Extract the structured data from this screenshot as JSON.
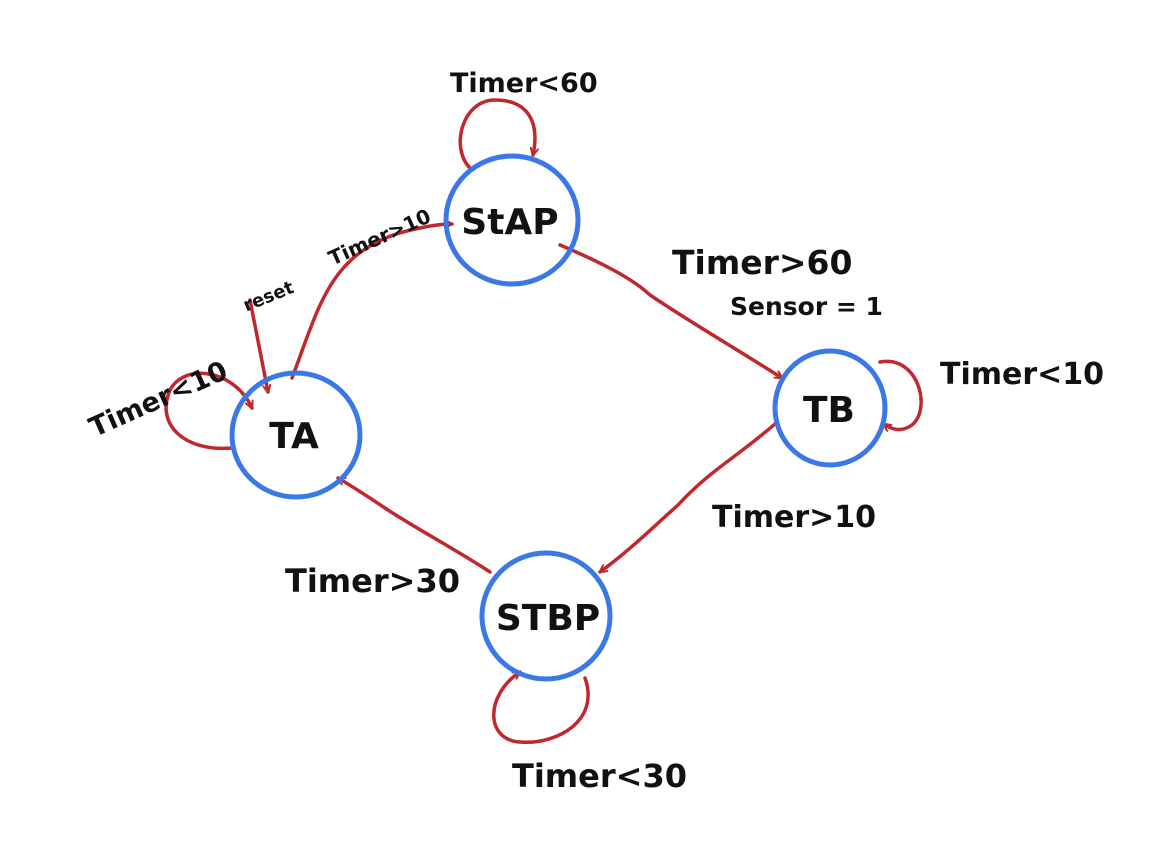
{
  "colors": {
    "state_outline": "#3b78e7",
    "edge": "#c0282a",
    "text": "#111111",
    "background": "#ffffff"
  },
  "states": {
    "ta": "TA",
    "stap": "StAP",
    "tb": "TB",
    "stbp": "STBP"
  },
  "transitions": {
    "reset": "reset",
    "ta_self": "Timer<10",
    "ta_to_stap": "Timer>10",
    "stap_self": "Timer<60",
    "stap_to_tb_line1": "Timer>60",
    "stap_to_tb_line2": "Sensor = 1",
    "tb_self": "Timer<10",
    "tb_to_stbp": "Timer>10",
    "stbp_to_ta": "Timer>30",
    "stbp_self": "Timer<30"
  }
}
